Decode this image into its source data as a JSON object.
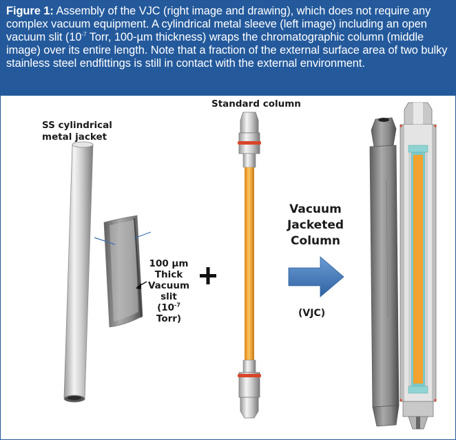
{
  "caption": {
    "label": "Figure 1:",
    "text_before_exp": " Assembly of the VJC (right image and drawing), which does not require any complex vacuum equipment. A cylindrical metal sleeve (left image) including an open vacuum slit (10",
    "exp": "-7",
    "text_after_exp": " Torr, 100-µm thickness) wraps the chromatographic column (middle image) over its entire length. Note that a fraction of the external surface area of two bulky stainless steel endfittings is still in contact with the external environment."
  },
  "labels": {
    "jacket_line1": "SS cylindrical",
    "jacket_line2": "metal jacket",
    "slit_line1": "100 µm",
    "slit_line2": "Thick",
    "slit_line3": "Vacuum",
    "slit_line4": "slit",
    "slit_line5_pre": "(10",
    "slit_line5_exp": "-7",
    "slit_line5_post": " Torr)",
    "plus": "+",
    "standard_column": "Standard column",
    "vjc_line1": "Vacuum",
    "vjc_line2": "Jacketed",
    "vjc_line3": "Column",
    "vjc_abbrev": "(VJC)"
  },
  "colors": {
    "caption_bg": "#245a9c",
    "column_orange": "#f2a22e",
    "arrow_blue": "#3f78b8",
    "seal_red": "#d8452a"
  }
}
